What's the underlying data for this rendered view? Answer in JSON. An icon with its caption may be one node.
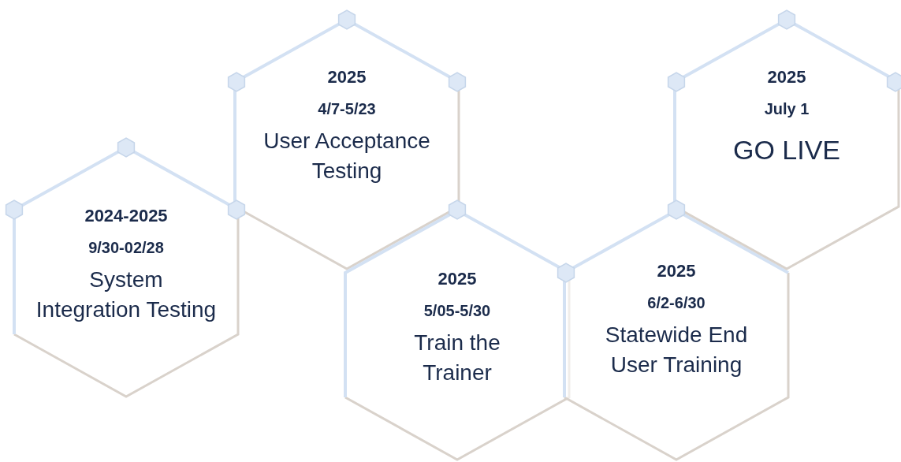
{
  "diagram": {
    "nodes": [
      {
        "text": [
          "2024-2025",
          "9/30-02/28",
          "System Integration Testing"
        ]
      },
      {
        "text": [
          "2025",
          "4/7-5/23",
          "User Acceptance Testing"
        ]
      },
      {
        "text": [
          "2025",
          "5/05-5/30",
          "Train the Trainer"
        ]
      },
      {
        "text": [
          "2025",
          "6/2-6/30",
          "Statewide End User Training"
        ]
      },
      {
        "text": [
          "2025",
          "July 1",
          "GO LIVE"
        ]
      }
    ]
  }
}
